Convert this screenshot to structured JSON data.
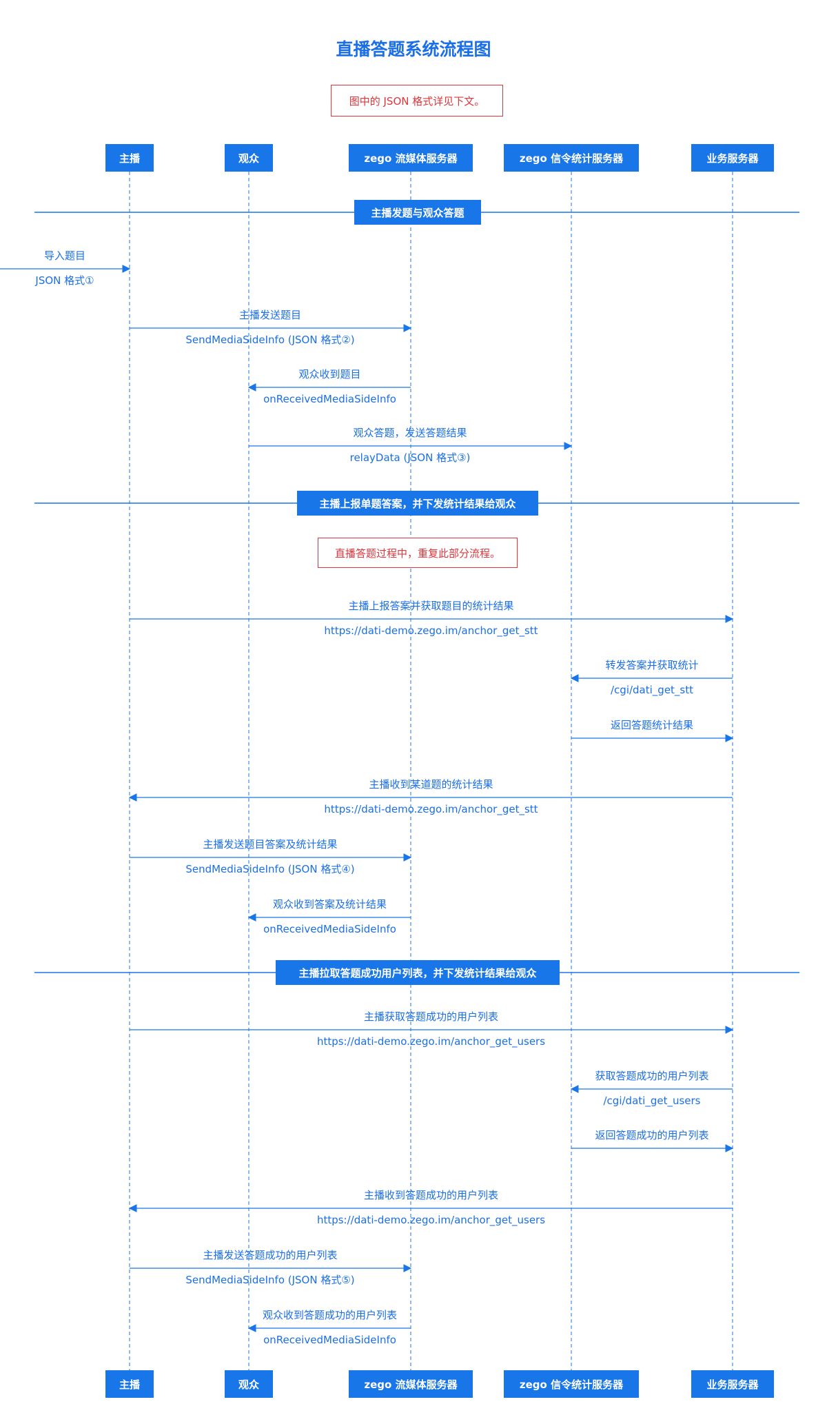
{
  "title": "直播答题系统流程图",
  "notes": {
    "top": "图中的 JSON 格式详见下文。",
    "repeat": "直播答题过程中，重复此部分流程。"
  },
  "colors": {
    "primary": "#1976e8",
    "note": "#e0353a",
    "text": "#1a6fe8"
  },
  "actors": [
    "主播",
    "观众",
    "zego 流媒体服务器",
    "zego 信令统计服务器",
    "业务服务器"
  ],
  "sections": [
    "主播发题与观众答题",
    "主播上报单题答案，并下发统计结果给观众",
    "主播拉取答题成功用户列表，并下发统计结果给观众"
  ],
  "messages": [
    {
      "from": "external",
      "to": "主播",
      "label": "导入题目",
      "sublabel": "JSON 格式①"
    },
    {
      "from": "主播",
      "to": "zego 流媒体服务器",
      "label": "主播发送题目",
      "sublabel": "SendMediaSideInfo (JSON 格式②)"
    },
    {
      "from": "zego 流媒体服务器",
      "to": "观众",
      "label": "观众收到题目",
      "sublabel": "onReceivedMediaSideInfo"
    },
    {
      "from": "观众",
      "to": "zego 信令统计服务器",
      "label": "观众答题，发送答题结果",
      "sublabel": "relayData (JSON 格式③)"
    },
    {
      "from": "主播",
      "to": "业务服务器",
      "label": "主播上报答案并获取题目的统计结果",
      "sublabel": "https://dati-demo.zego.im/anchor_get_stt"
    },
    {
      "from": "业务服务器",
      "to": "zego 信令统计服务器",
      "label": "转发答案并获取统计",
      "sublabel": "/cgi/dati_get_stt"
    },
    {
      "from": "zego 信令统计服务器",
      "to": "业务服务器",
      "label": "返回答题统计结果",
      "sublabel": ""
    },
    {
      "from": "业务服务器",
      "to": "主播",
      "label": "主播收到某道题的统计结果",
      "sublabel": "https://dati-demo.zego.im/anchor_get_stt"
    },
    {
      "from": "主播",
      "to": "zego 流媒体服务器",
      "label": "主播发送题目答案及统计结果",
      "sublabel": "SendMediaSideInfo (JSON 格式④)"
    },
    {
      "from": "zego 流媒体服务器",
      "to": "观众",
      "label": "观众收到答案及统计结果",
      "sublabel": "onReceivedMediaSideInfo"
    },
    {
      "from": "主播",
      "to": "业务服务器",
      "label": "主播获取答题成功的用户列表",
      "sublabel": "https://dati-demo.zego.im/anchor_get_users"
    },
    {
      "from": "业务服务器",
      "to": "zego 信令统计服务器",
      "label": "获取答题成功的用户列表",
      "sublabel": "/cgi/dati_get_users"
    },
    {
      "from": "zego 信令统计服务器",
      "to": "业务服务器",
      "label": "返回答题成功的用户列表",
      "sublabel": ""
    },
    {
      "from": "业务服务器",
      "to": "主播",
      "label": "主播收到答题成功的用户列表",
      "sublabel": "https://dati-demo.zego.im/anchor_get_users"
    },
    {
      "from": "主播",
      "to": "zego 流媒体服务器",
      "label": "主播发送答题成功的用户列表",
      "sublabel": "SendMediaSideInfo (JSON 格式⑤)"
    },
    {
      "from": "zego 流媒体服务器",
      "to": "观众",
      "label": "观众收到答题成功的用户列表",
      "sublabel": "onReceivedMediaSideInfo"
    }
  ]
}
